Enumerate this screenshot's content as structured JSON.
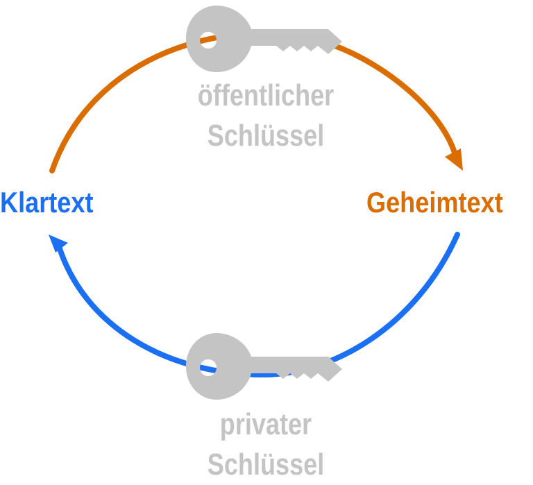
{
  "nodes": {
    "plaintext": "Klartext",
    "ciphertext": "Geheimtext"
  },
  "keys": {
    "public": {
      "line1": "öffentlicher",
      "line2": "Schlüssel"
    },
    "private": {
      "line1": "privater",
      "line2": "Schlüssel"
    }
  },
  "colors": {
    "encrypt": "#d96d00",
    "decrypt": "#1a6ff2",
    "key": "#c4c4c4"
  },
  "icons": {
    "public_key": "key-icon",
    "private_key": "key-icon",
    "encrypt_arrow": "arrow-head-icon",
    "decrypt_arrow": "arrow-head-icon"
  }
}
